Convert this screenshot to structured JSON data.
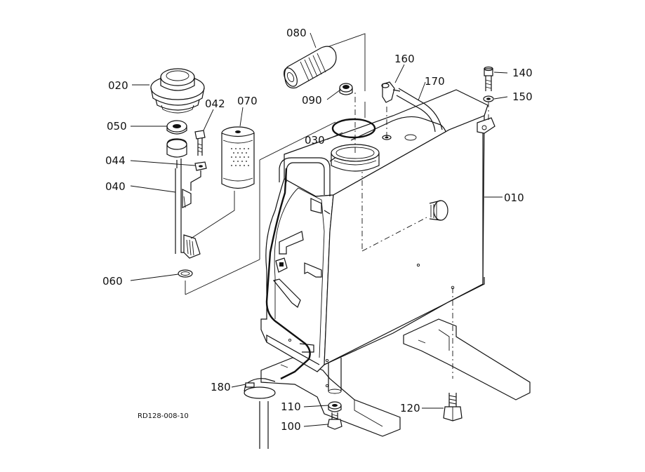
{
  "drawing": {
    "reference": "RD128-008-10",
    "callouts": {
      "p010": "010",
      "p020": "020",
      "p030": "030",
      "p040": "040",
      "p042": "042",
      "p044": "044",
      "p050": "050",
      "p060": "060",
      "p070": "070",
      "p080": "080",
      "p090": "090",
      "p100": "100",
      "p110": "110",
      "p120": "120",
      "p140": "140",
      "p150": "150",
      "p160": "160",
      "p170": "170",
      "p180": "180"
    }
  },
  "colors": {
    "ink": "#111111",
    "paper": "#ffffff"
  }
}
